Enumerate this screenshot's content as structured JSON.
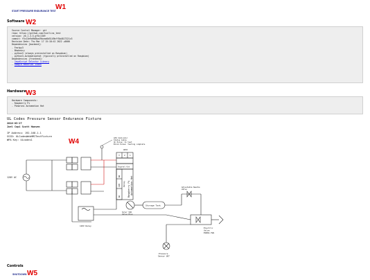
{
  "header": {
    "start_button": "START PRESSURE ENDURANCE TEST",
    "marker_w1": "W1"
  },
  "software": {
    "heading": "Software",
    "marker_w2": "W2",
    "lines": [
      "Source Control Manager: git",
      "repo: https://github.com/tcollins_test",
      "version: v0.1.3-5-gf5c13e9",
      "commit: f5c13e9a9b5ba49bcea8d5149bff5b4817321c3",
      "Revision Date: Thu Mar 17 15:18:42 2022 +0000",
      "Dependencies [backend]:",
      "- Festpy3",
      "- Bhoheory",
      "- python3 (always preinstalled on Raspbian)",
      "- python3-automationhat (typically preinstalled on Raspbian)",
      "Dependencies [frontend]:"
    ],
    "links": [
      "JavaScript Selector Library",
      "Google Material Icons"
    ]
  },
  "hardware": {
    "heading": "Hardware",
    "marker_w3": "W3",
    "lines": [
      "Hardware Components:",
      "- Raspberry Pi",
      "- Pimoroni Automation Hat"
    ]
  },
  "fixture": {
    "title": "UL Codes Pressure Sensor Endurance Fixture",
    "date": "2018-03-27",
    "authors": "Joel Copi Scott Hansen",
    "ip": "IP Address: 192.168.1.1",
    "ssid": "SSID: ULCodesWebHMITestFixture",
    "wpa": "WPA Key: ULcodes1",
    "marker_w4": "W4"
  },
  "diagram": {
    "ac_label": "120V AC",
    "led_note": [
      "LED Indicator",
      "Status Cable",
      "On Pulse: In test",
      "Blink Pulse: Testing complete"
    ],
    "gpio_label": "GPIO",
    "digital_out": "Digital Out",
    "relay_label": "Relay",
    "relay_pins": [
      "NO",
      "COM",
      "NC"
    ],
    "pi_label": [
      "Raspberry Pi",
      "Automation Hat"
    ],
    "pins": [
      "3",
      "2",
      "1"
    ],
    "storage_tank": "Storage Tank",
    "solar_valve": [
      "Solar SSR",
      "Valve Plus"
    ],
    "relay_box": "120V Relay",
    "regulator": [
      "Adjustable Needle",
      "Valve"
    ],
    "solenoid": [
      "Electric",
      "Valve",
      "ESB04-TWS"
    ],
    "sensor": [
      "Pressure",
      "Sensor UUT"
    ]
  },
  "controls": {
    "heading": "Controls",
    "shutdown_button": "SHUTDOWN",
    "marker_w5": "W5"
  },
  "colors": {
    "link": "#1f2a8c",
    "marker": "#e00000",
    "pre_bg": "#eeeeee",
    "wire_red": "#d01010"
  }
}
